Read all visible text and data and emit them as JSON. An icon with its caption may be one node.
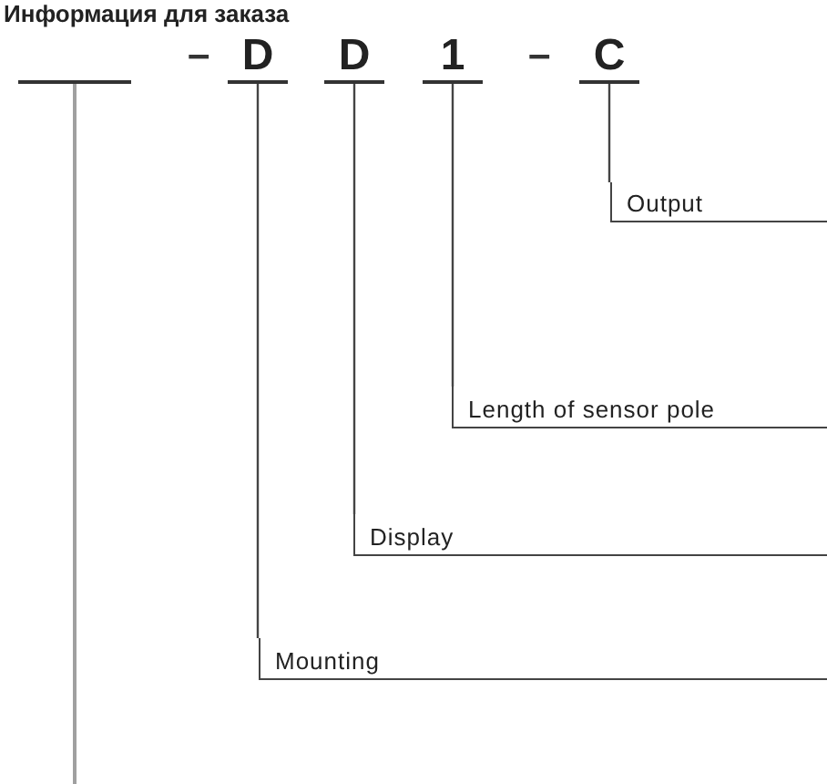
{
  "diagram": {
    "title": "Информация для заказа",
    "nodes": [
      {
        "text": [],
        "shape": "bar"
      },
      {
        "text": [
          "D"
        ]
      },
      {
        "text": [
          "D"
        ]
      },
      {
        "text": [
          "1"
        ]
      },
      {
        "text": [
          "C"
        ]
      },
      {
        "text": [
          "Output"
        ]
      },
      {
        "text": [
          "Length of sensor pole"
        ]
      },
      {
        "text": [
          "Display"
        ]
      },
      {
        "text": [
          "Mounting"
        ]
      }
    ],
    "edges": [
      {
        "from": 0,
        "to": null,
        "arrow": "none",
        "color": "#a0a0a0"
      },
      {
        "from": 4,
        "to": 5,
        "arrow": "none"
      },
      {
        "from": 3,
        "to": 6,
        "arrow": "none"
      },
      {
        "from": 2,
        "to": 7,
        "arrow": "none"
      },
      {
        "from": 1,
        "to": 8,
        "arrow": "none"
      }
    ],
    "labels": [
      "–",
      "–"
    ]
  }
}
